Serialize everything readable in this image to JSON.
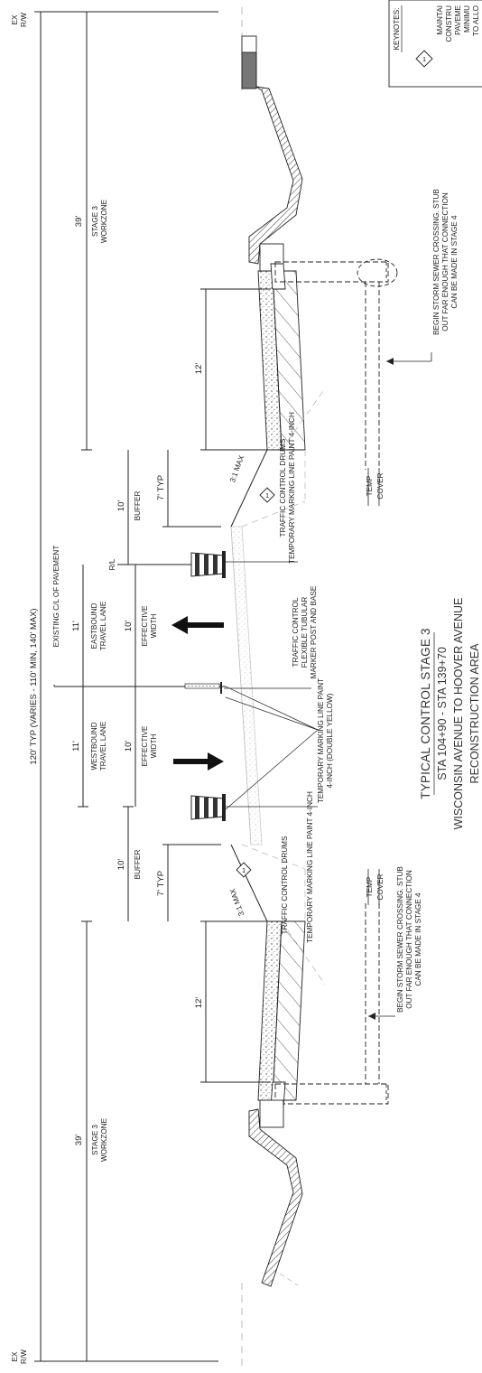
{
  "title": {
    "line1": "TYPICAL CONTROL STAGE 3",
    "line2": "STA 104+90 - STA 139+70",
    "line3": "WISCONSIN AVENUE TO HOOVER AVENUE",
    "line4": "RECONSTRUCTION AREA"
  },
  "dimensions": {
    "overall": "120' TYP (VARIES - 110' MIN, 140' MAX)",
    "workzone_left": "39'",
    "workzone_right": "39'",
    "pavement_left": "12'",
    "pavement_right": "12'",
    "buffer_left": "10'",
    "buffer_right": "10'",
    "typ_left": "7' TYP",
    "typ_right": "7' TYP",
    "lane_west": "11'",
    "lane_east": "11'",
    "eff_west": "10'",
    "eff_east": "10'"
  },
  "labels": {
    "ex_rw_top_1": "EX",
    "ex_rw_top_2": "R/W",
    "ex_rw_bottom_1": "EX",
    "ex_rw_bottom_2": "R/W",
    "stage3_line1": "STAGE 3",
    "workzone": "WORKZONE",
    "buffer": "BUFFER",
    "westbound_1": "WESTBOUND",
    "eastbound_1": "EASTBOUND",
    "travel_lane": "TRAVEL LANE",
    "effective": "EFFECTIVE",
    "width": "WIDTH",
    "rl": "R/L",
    "existing_cl": "EXISTING C/L OF PAVEMENT",
    "slope_left": "3:1 MAX",
    "slope_right": "3:1 MAX",
    "keynote_left": "1",
    "keynote_right": "1",
    "temp": "TEMP",
    "cover": "COVER"
  },
  "callouts": {
    "drums_left": "TRAFFIC CONTROL DRUMS",
    "marking_left": "TEMPORARY MARKING LINE PAINT 4-INCH",
    "marking_center_1": "TEMPORARY MARKING LINE PAINT",
    "marking_center_2": "4-INCH (DOUBLE YELLOW)",
    "tubular_1": "TRAFFIC CONTROL",
    "tubular_2": "FLEXIBLE TUBULAR",
    "tubular_3": "MARKER POST AND BASE",
    "drums_right": "TRAFFIC CONTROL DRUMS",
    "marking_right": "TEMPORARY MARKING LINE PAINT 4-INCH",
    "sewer_1": "BEGIN STORM SEWER CROSSING.  STUB",
    "sewer_2": "OUT FAR ENOUGH THAT CONNECTION",
    "sewer_3": "CAN BE MADE IN STAGE 4"
  },
  "keynotes": {
    "heading": "KEYNOTES:",
    "number": "1",
    "text_1": "MAINTAI",
    "text_2": "CONSTRU",
    "text_3": "PAVEME",
    "text_4": "MINIMU",
    "text_5": "TO ALLO"
  }
}
